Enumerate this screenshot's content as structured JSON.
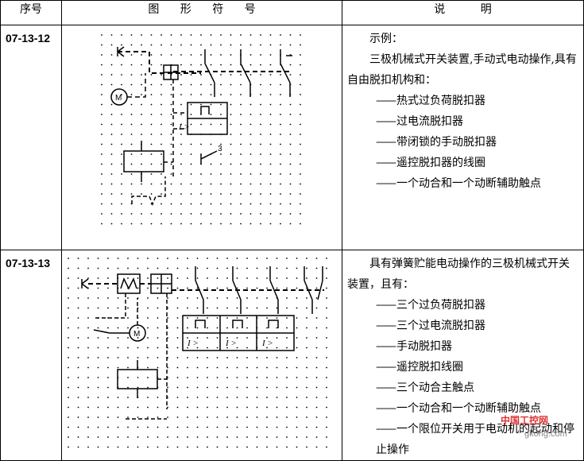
{
  "header": {
    "no": "序号",
    "symbol": "图 形 符 号",
    "desc": "说 明"
  },
  "rows": [
    {
      "code": "07-13-12",
      "intro": "示例：",
      "text": "三极机械式开关装置,手动式电动操作,具有自由脱扣机构和：",
      "items": [
        "热式过负荷脱扣器",
        "过电流脱扣器",
        "带闭锁的手动脱扣器",
        "遥控脱扣器的线圈",
        "一个动合和一个动断辅助触点"
      ],
      "diagram": {
        "motor": "M",
        "relay": "I >",
        "label": "3"
      }
    },
    {
      "code": "07-13-13",
      "text": "具有弹簧贮能电动操作的三极机械式开关装置，且有：",
      "items": [
        "三个过负荷脱扣器",
        "三个过电流脱扣器",
        "手动脱扣器",
        "遥控脱扣线圈",
        "三个动合主触点",
        "一个动合和一个动断辅助触点",
        "一个限位开关用于电动机的起动和停止操作"
      ],
      "diagram": {
        "motor": "M",
        "relays": [
          "I >",
          "I >",
          "I >"
        ]
      }
    }
  ],
  "watermark": {
    "brand": "中国工控网",
    "url": "gkong.com"
  }
}
